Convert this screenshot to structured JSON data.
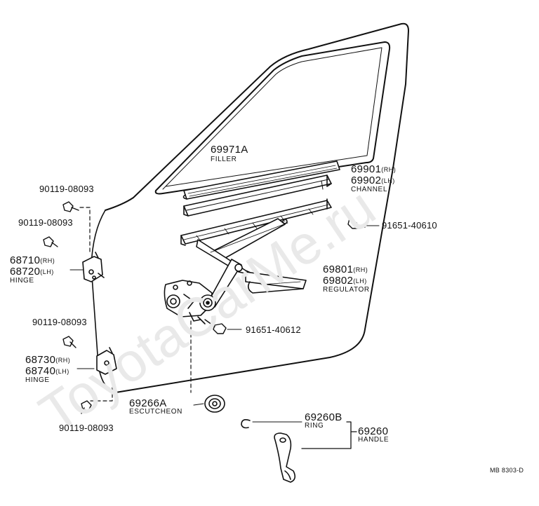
{
  "watermark": "ToyotaCarMe.ru",
  "figure_code": "MB 8303-D",
  "labels": {
    "filler": {
      "part": "69971A",
      "name": "FILLER"
    },
    "channel": {
      "rh": "69901",
      "rh_side": "(RH)",
      "lh": "69902",
      "lh_side": "(LH)",
      "name": "CHANNEL"
    },
    "bolt_channel": "91651-40610",
    "regulator": {
      "rh": "69801",
      "rh_side": "(RH)",
      "lh": "69802",
      "lh_side": "(LH)",
      "name": "REGULATOR"
    },
    "bolt_regulator": "91651-40612",
    "escutcheon": {
      "part": "69266A",
      "name": "ESCUTCHEON"
    },
    "ring": {
      "part": "69260B",
      "name": "RING"
    },
    "handle": {
      "part": "69260",
      "name": "HANDLE"
    },
    "upper_bolt_1": "90119-08093",
    "upper_bolt_2": "90119-08093",
    "upper_hinge": {
      "rh": "68710",
      "rh_side": "(RH)",
      "lh": "68720",
      "lh_side": "(LH)",
      "name": "HINGE"
    },
    "lower_bolt_1": "90119-08093",
    "lower_hinge": {
      "rh": "68730",
      "rh_side": "(RH)",
      "lh": "68740",
      "lh_side": "(LH)",
      "name": "HINGE"
    },
    "lower_bolt_2": "90119-08093"
  }
}
